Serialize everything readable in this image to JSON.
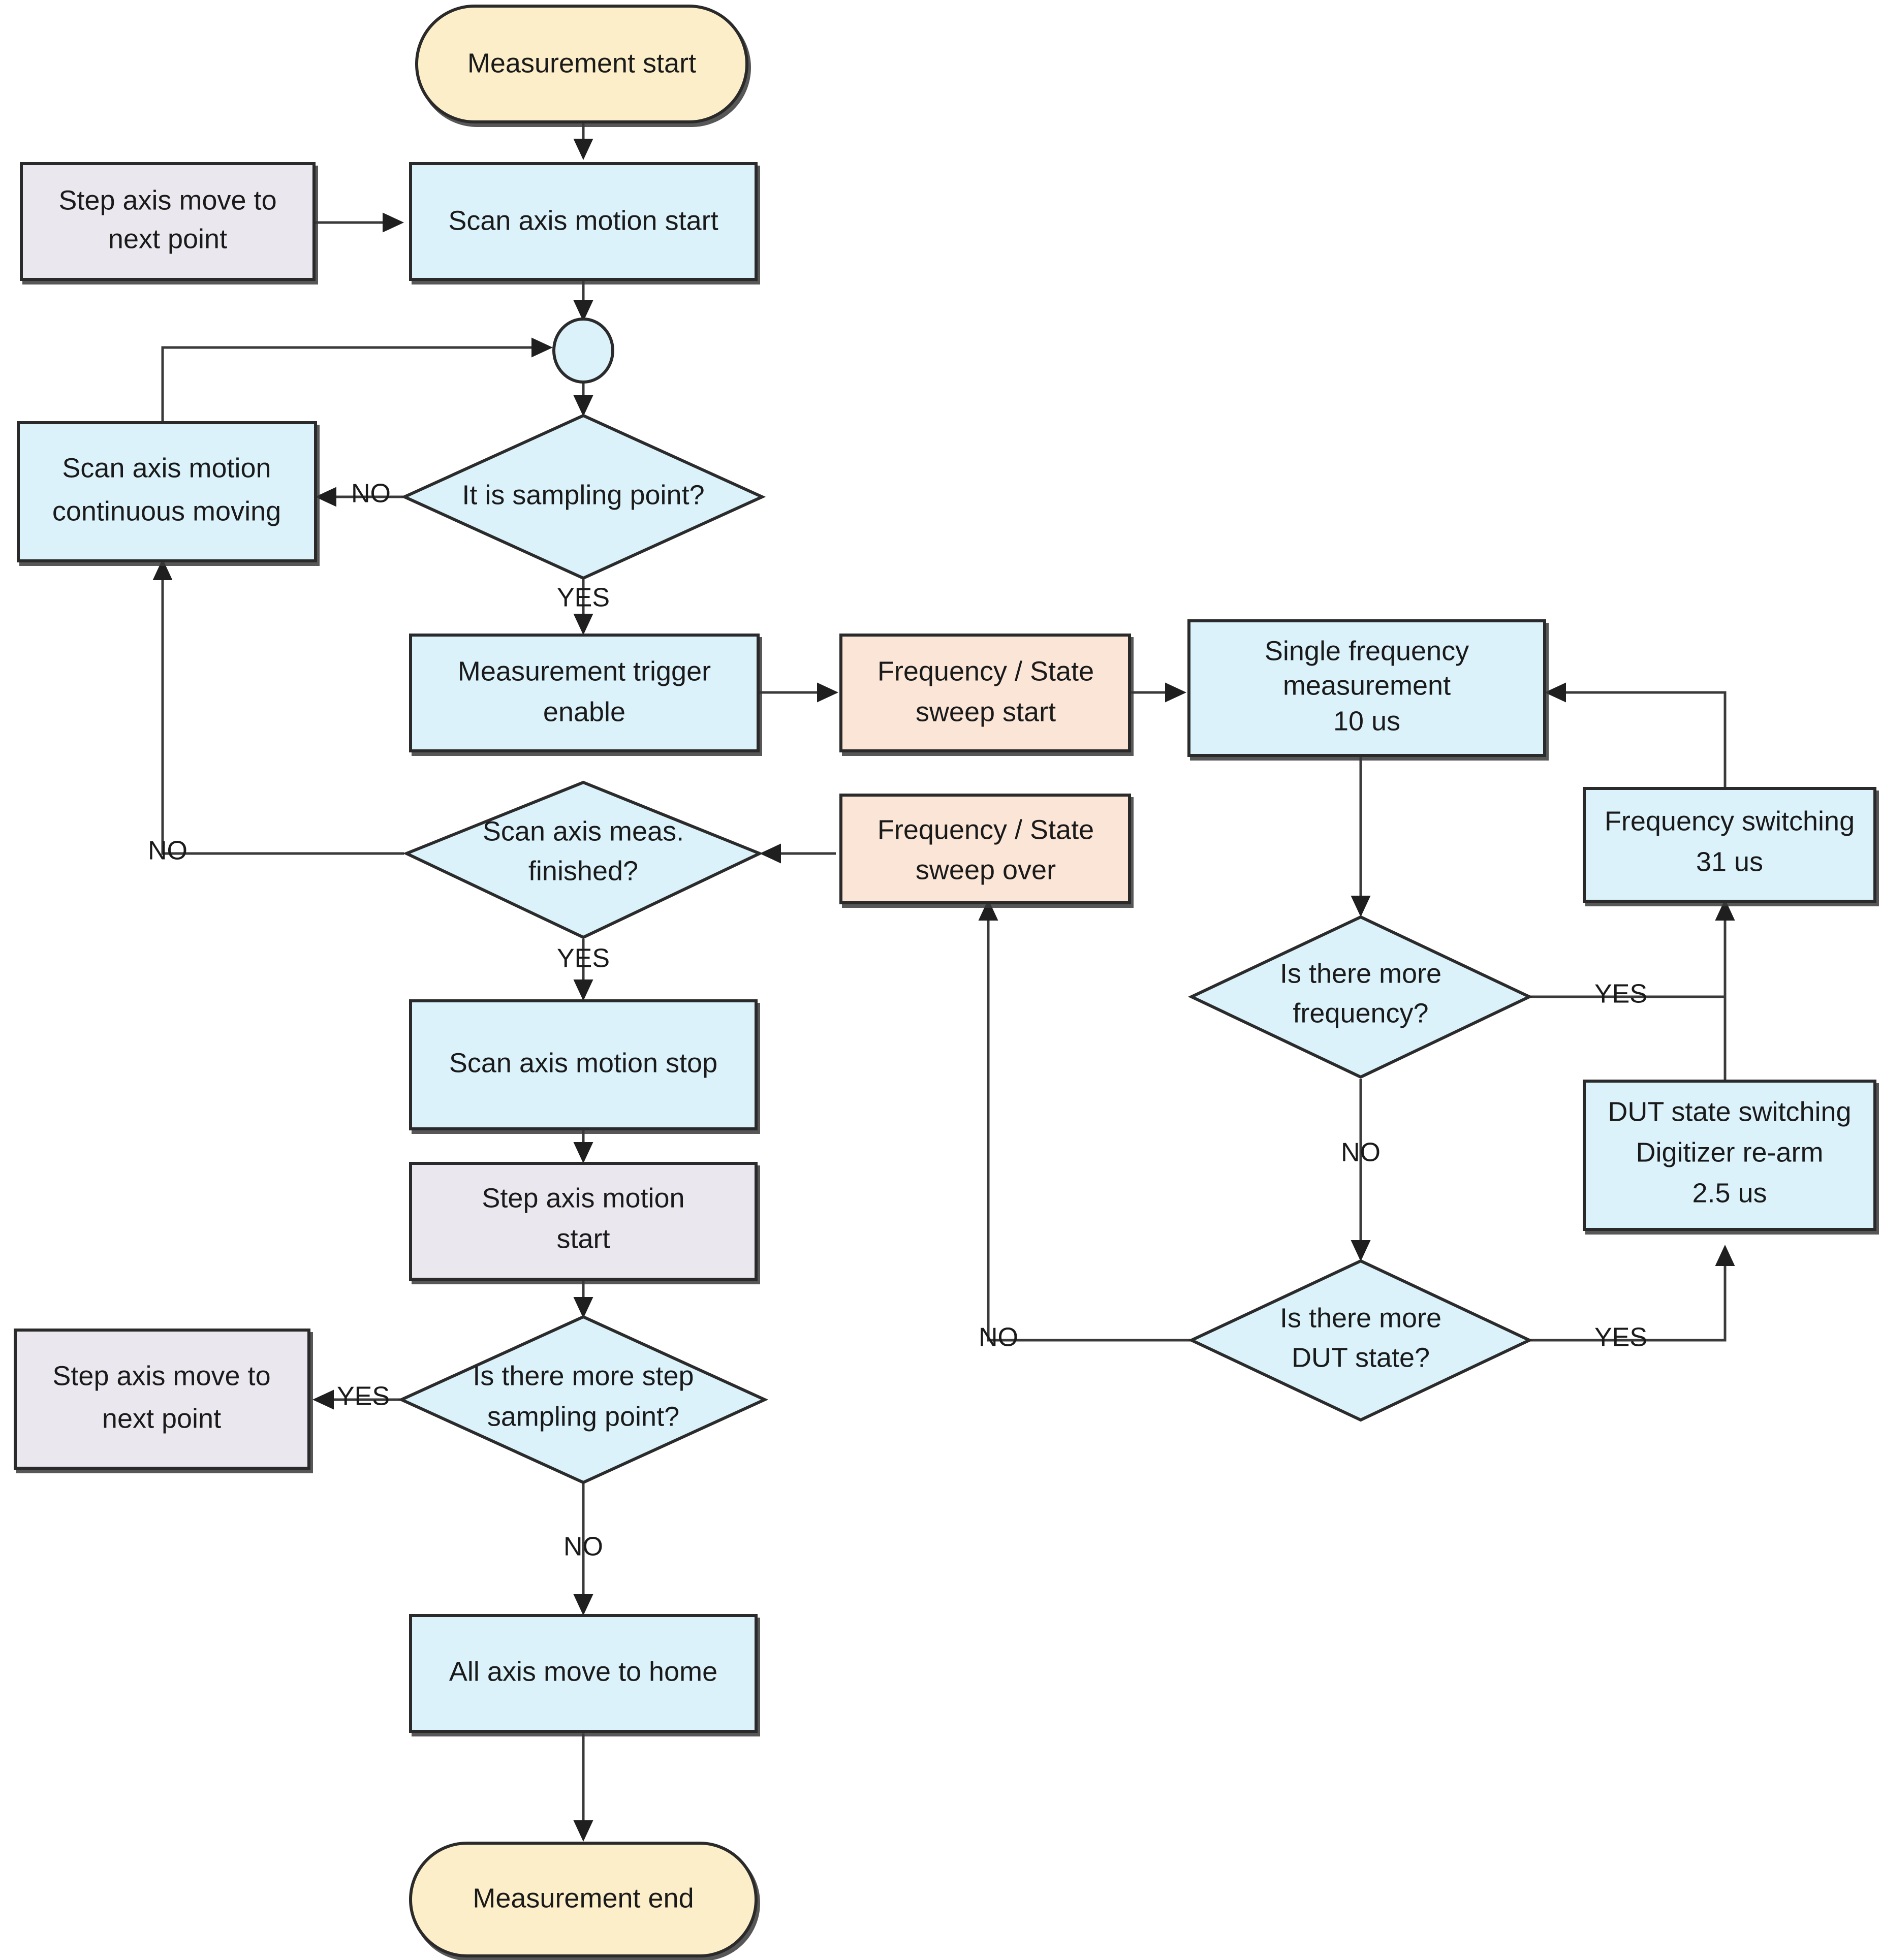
{
  "diagram": {
    "title": "Measurement sequence flowchart",
    "colors": {
      "terminator_fill": "#fceec9",
      "process_fill": "#dbf2fb",
      "alt_process_fill": "#eae7ef",
      "sweep_fill": "#fae5d6",
      "stroke": "#2b2b2b",
      "connector_stroke": "#3a3a3a",
      "text": "#1a1a1a",
      "background": "#ffffff"
    },
    "nodes": {
      "measurement_start": "Measurement start",
      "step_axis_move_top": "Step axis move to next point",
      "step_axis_move_top_l1": "Step axis move to",
      "step_axis_move_top_l2": "next point",
      "scan_axis_motion_start": "Scan axis motion start",
      "junction": "",
      "is_sampling_point": "It is sampling point?",
      "scan_axis_continuous": "Scan axis motion continuous moving",
      "scan_axis_continuous_l1": "Scan axis motion",
      "scan_axis_continuous_l2": "continuous moving",
      "measurement_trigger_enable": "Measurement trigger enable",
      "measurement_trigger_enable_l1": "Measurement trigger",
      "measurement_trigger_enable_l2": "enable",
      "sweep_start": "Frequency / State sweep start",
      "sweep_start_l1": "Frequency / State",
      "sweep_start_l2": "sweep start",
      "single_frequency_measurement": "Single frequency measurement 10 us",
      "single_frequency_measurement_l1": "Single frequency",
      "single_frequency_measurement_l2": "measurement",
      "single_frequency_measurement_l3": "10 us",
      "frequency_switching": "Frequency switching 31 us",
      "frequency_switching_l1": "Frequency switching",
      "frequency_switching_l2": "31 us",
      "is_more_frequency": "Is there more frequency?",
      "is_more_frequency_l1": "Is there more",
      "is_more_frequency_l2": "frequency?",
      "dut_state_switching": "DUT state switching Digitizer re-arm 2.5 us",
      "dut_state_switching_l1": "DUT state switching",
      "dut_state_switching_l2": "Digitizer re-arm",
      "dut_state_switching_l3": "2.5 us",
      "is_more_dut_state": "Is there more DUT state?",
      "is_more_dut_state_l1": "Is there more",
      "is_more_dut_state_l2": "DUT state?",
      "sweep_over": "Frequency / State sweep over",
      "sweep_over_l1": "Frequency / State",
      "sweep_over_l2": "sweep over",
      "scan_axis_meas_finished": "Scan axis meas. finished?",
      "scan_axis_meas_finished_l1": "Scan axis meas.",
      "scan_axis_meas_finished_l2": "finished?",
      "scan_axis_motion_stop": "Scan axis motion stop",
      "step_axis_motion_start": "Step axis motion start",
      "step_axis_motion_start_l1": "Step axis motion",
      "step_axis_motion_start_l2": "start",
      "is_more_step_sampling_point": "Is there more step sampling point?",
      "is_more_step_sampling_point_l1": "Is there more step",
      "is_more_step_sampling_point_l2": "sampling point?",
      "step_axis_move_bottom": "Step axis move to next point",
      "step_axis_move_bottom_l1": "Step axis move to",
      "step_axis_move_bottom_l2": "next point",
      "all_axis_move_home": "All axis move to home",
      "measurement_end": "Measurement end"
    },
    "edge_labels": {
      "sampling_no": "NO",
      "sampling_yes": "YES",
      "scan_meas_no": "NO",
      "scan_meas_yes": "YES",
      "more_frequency_yes": "YES",
      "more_frequency_no": "NO",
      "more_dut_state_yes": "YES",
      "more_dut_state_no": "NO",
      "more_step_yes": "YES",
      "more_step_no": "NO"
    }
  }
}
